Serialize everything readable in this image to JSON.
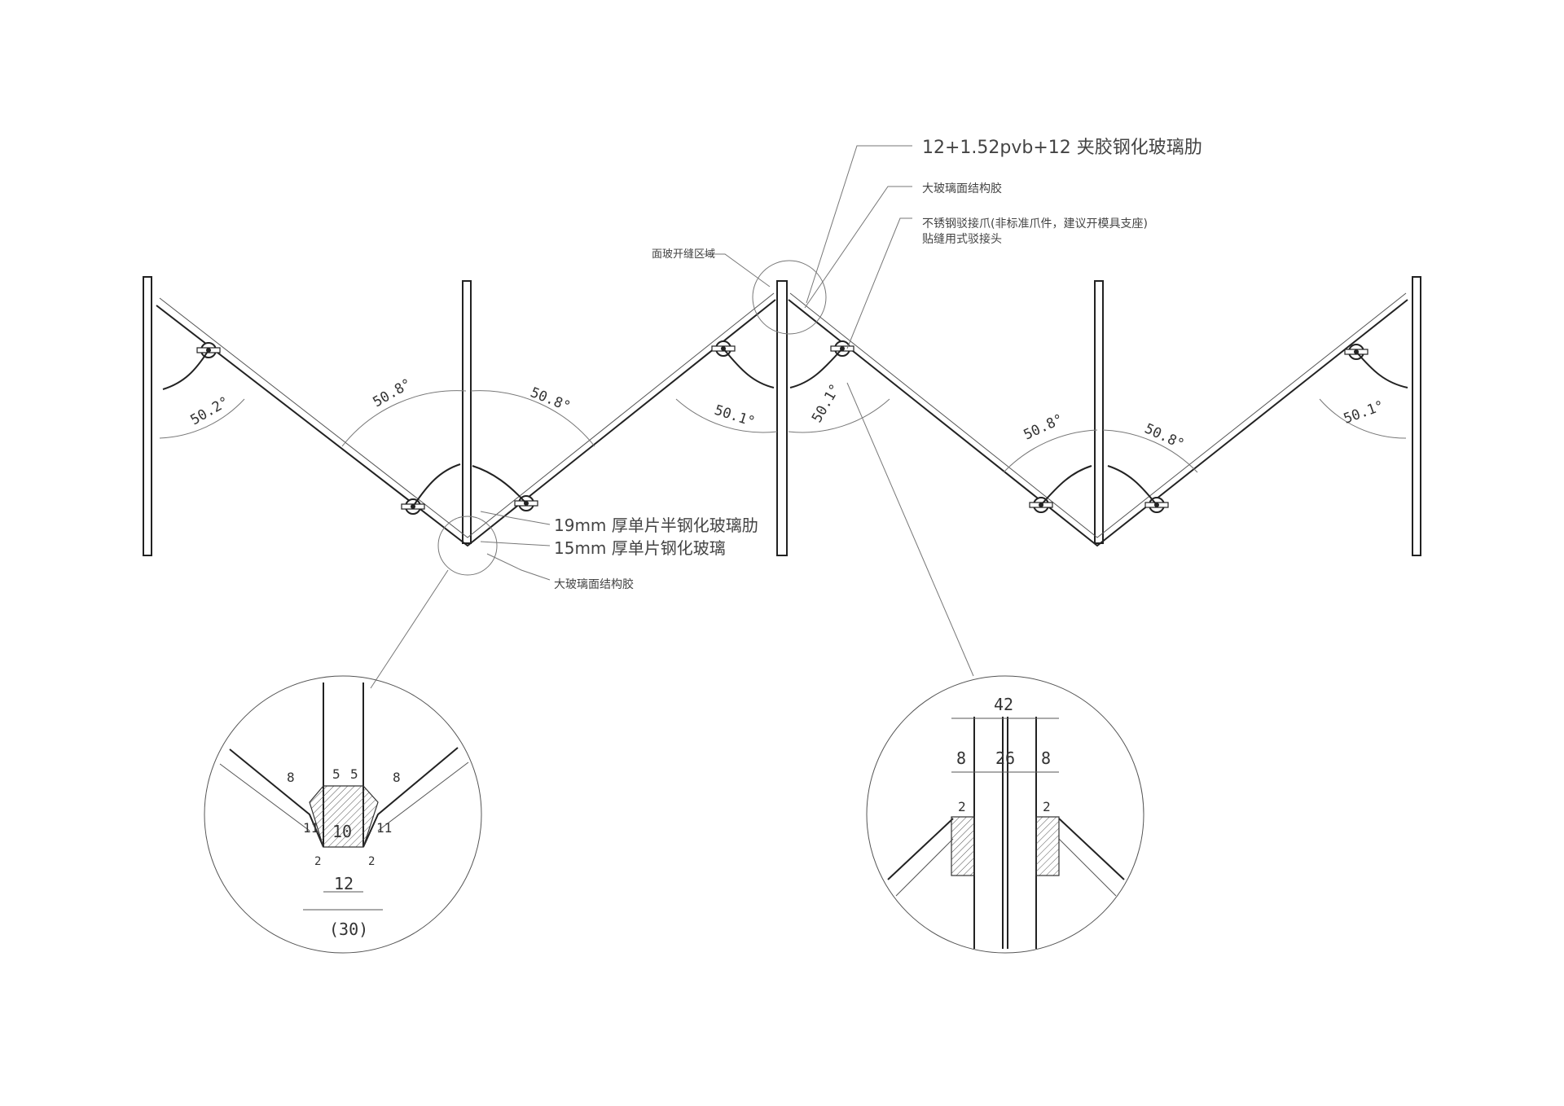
{
  "labels": {
    "laminated_fin": "12+1.52pvb+12 夹胶钢化玻璃肋",
    "structural_glue_top": "大玻璃面结构胶",
    "steel_claw_line1": "不锈钢驳接爪(非标准爪件，建议开模具支座)",
    "steel_claw_line2": "贴缝用式驳接头",
    "open_zone": "面玻开缝区域",
    "fin_19mm": "19mm 厚单片半钢化玻璃肋",
    "glass_15mm": "15mm 厚单片钢化玻璃",
    "structural_glue_bottom": "大玻璃面结构胶"
  },
  "angles": {
    "a1": "50.2°",
    "a2": "50.8°",
    "a3": "50.8°",
    "a4": "50.1°",
    "a5": "50.1°",
    "a6": "50.8°",
    "a7": "50.8°",
    "a8": "50.1°"
  },
  "detail_left": {
    "d8a": "8",
    "d5a": "5",
    "d5b": "5",
    "d8b": "8",
    "d11a": "11",
    "d10": "10",
    "d11b": "11",
    "d12": "12",
    "d2a": "2",
    "d2b": "2",
    "d30": "(30)"
  },
  "detail_right": {
    "d42": "42",
    "d8a": "8",
    "d26": "26",
    "d8b": "8",
    "d2a": "2",
    "d2b": "2"
  }
}
